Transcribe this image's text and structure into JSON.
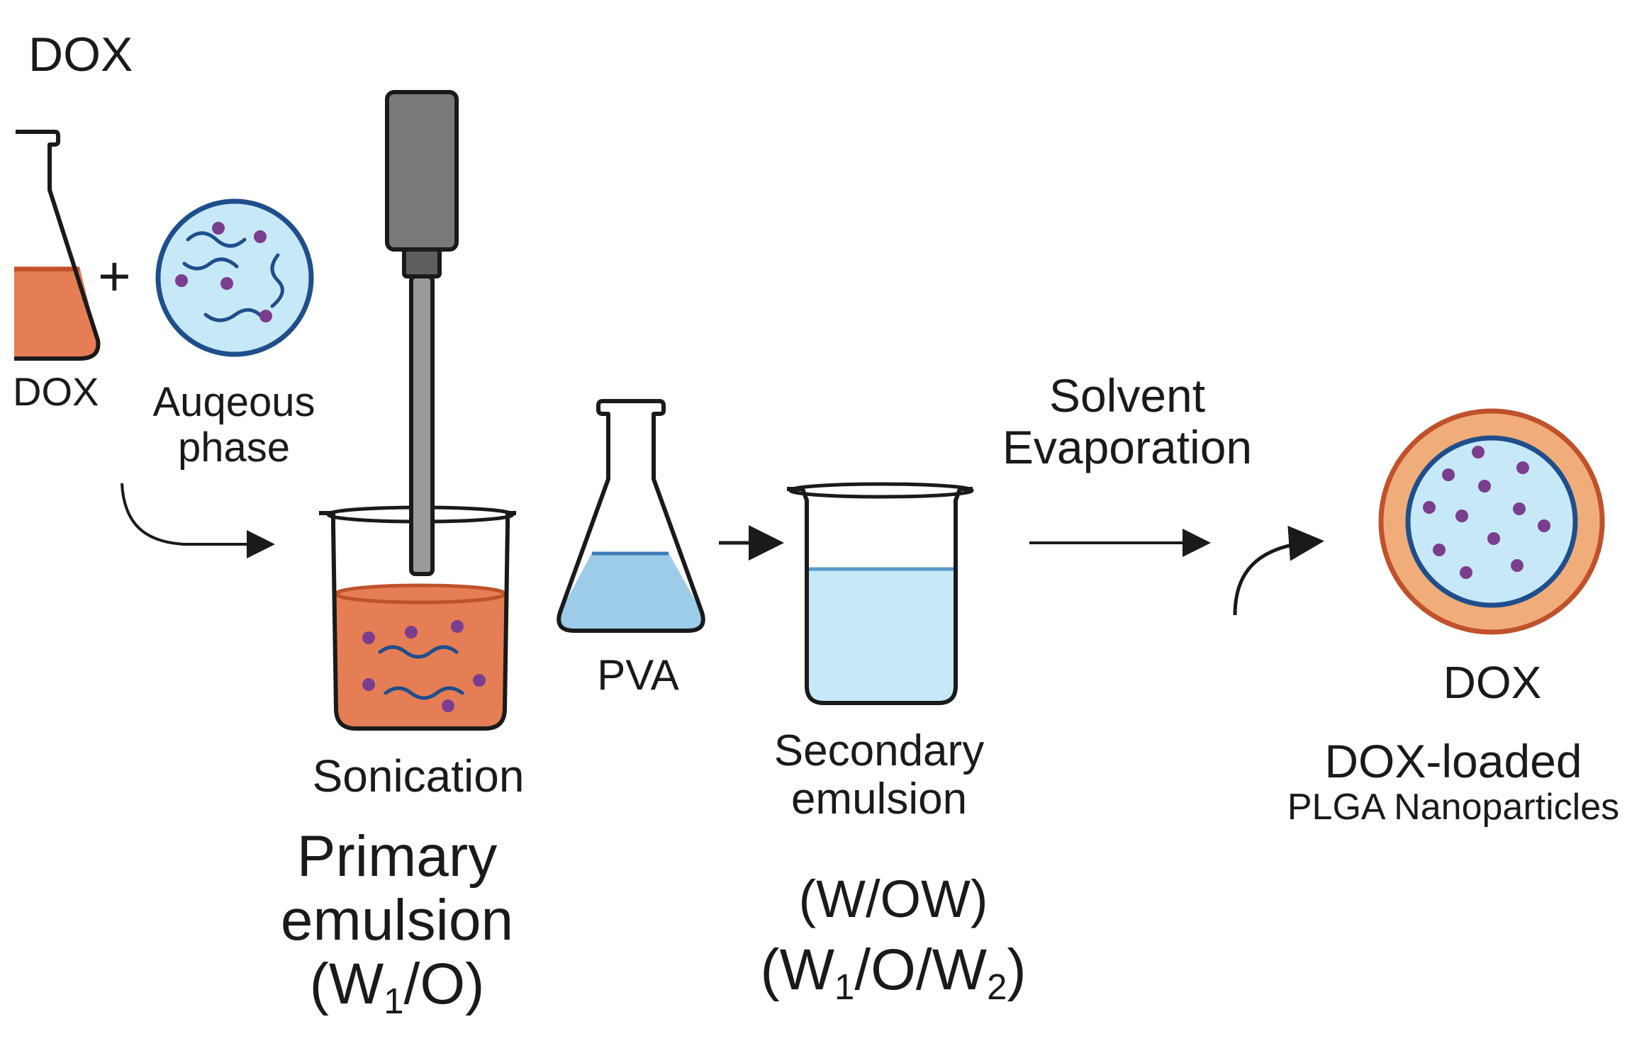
{
  "colors": {
    "orange_fill": "#E57E55",
    "orange_dark": "#C0512A",
    "light_blue": "#C7E8F7",
    "mid_blue": "#9DCCE8",
    "navy": "#1F4E8C",
    "purple_dot": "#7B3E8E",
    "probe_gray": "#7A7A7A",
    "outline": "#1A1A1A",
    "shell_orange": "#F0AD7A"
  },
  "icons": [
    "flask-icon",
    "aqueous-droplet-icon",
    "sonicator-probe-icon",
    "beaker-icon",
    "erlenmeyer-flask-icon",
    "nanoparticle-icon",
    "arrow-icon",
    "curved-arrow-icon"
  ],
  "labels": {
    "dox_top": "DOX",
    "dox_flask": "DOX",
    "plus": "+",
    "aqueous_line1": "Auqeous",
    "aqueous_line2": "phase",
    "sonication": "Sonication",
    "primary_line1": "Primary",
    "primary_line2": "emulsion",
    "w1o_open": "(W",
    "w1o_sub": "1",
    "w1o_close": "/O)",
    "pva": "PVA",
    "secondary_line1": "Secondary",
    "secondary_line2": "emulsion",
    "wow": "(W/OW)",
    "w1ow2_a": "(W",
    "w1ow2_sub1": "1",
    "w1ow2_b": "/O/W",
    "w1ow2_sub2": "2",
    "w1ow2_c": ")",
    "solvent_line1": "Solvent",
    "solvent_line2": "Evaporation",
    "dox_np": "DOX",
    "loaded_line1": "DOX-loaded",
    "loaded_line2": "PLGA Nanoparticles"
  }
}
